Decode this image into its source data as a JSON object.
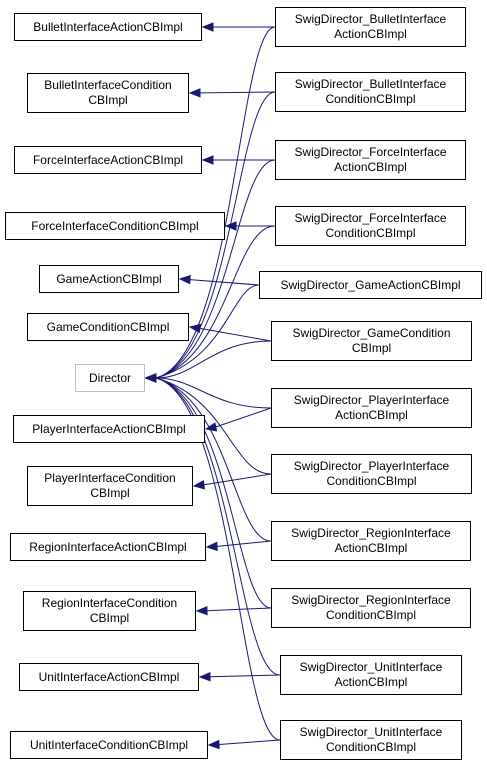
{
  "colors": {
    "edge": "#191970",
    "border": "#000000",
    "focus_border": "#bfbfbf"
  },
  "nodes": {
    "director": [
      "Director"
    ],
    "bullet_action": [
      "BulletInterfaceActionCBImpl"
    ],
    "bullet_condition": [
      "BulletInterfaceCondition",
      "CBImpl"
    ],
    "force_action": [
      "ForceInterfaceActionCBImpl"
    ],
    "force_condition": [
      "ForceInterfaceConditionCBImpl"
    ],
    "game_action": [
      "GameActionCBImpl"
    ],
    "game_condition": [
      "GameConditionCBImpl"
    ],
    "player_action": [
      "PlayerInterfaceActionCBImpl"
    ],
    "player_condition": [
      "PlayerInterfaceCondition",
      "CBImpl"
    ],
    "region_action": [
      "RegionInterfaceActionCBImpl"
    ],
    "region_condition": [
      "RegionInterfaceCondition",
      "CBImpl"
    ],
    "unit_action": [
      "UnitInterfaceActionCBImpl"
    ],
    "unit_condition": [
      "UnitInterfaceConditionCBImpl"
    ],
    "sd_bullet_action": [
      "SwigDirector_BulletInterface",
      "ActionCBImpl"
    ],
    "sd_bullet_condition": [
      "SwigDirector_BulletInterface",
      "ConditionCBImpl"
    ],
    "sd_force_action": [
      "SwigDirector_ForceInterface",
      "ActionCBImpl"
    ],
    "sd_force_condition": [
      "SwigDirector_ForceInterface",
      "ConditionCBImpl"
    ],
    "sd_game_action": [
      "SwigDirector_GameActionCBImpl"
    ],
    "sd_game_condition": [
      "SwigDirector_GameCondition",
      "CBImpl"
    ],
    "sd_player_action": [
      "SwigDirector_PlayerInterface",
      "ActionCBImpl"
    ],
    "sd_player_condition": [
      "SwigDirector_PlayerInterface",
      "ConditionCBImpl"
    ],
    "sd_region_action": [
      "SwigDirector_RegionInterface",
      "ActionCBImpl"
    ],
    "sd_region_condition": [
      "SwigDirector_RegionInterface",
      "ConditionCBImpl"
    ],
    "sd_unit_action": [
      "SwigDirector_UnitInterface",
      "ActionCBImpl"
    ],
    "sd_unit_condition": [
      "SwigDirector_UnitInterface",
      "ConditionCBImpl"
    ]
  },
  "edges": [
    [
      "sd_bullet_action",
      "bullet_action"
    ],
    [
      "sd_bullet_condition",
      "bullet_condition"
    ],
    [
      "sd_force_action",
      "force_action"
    ],
    [
      "sd_force_condition",
      "force_condition"
    ],
    [
      "sd_game_action",
      "game_action"
    ],
    [
      "sd_game_condition",
      "game_condition"
    ],
    [
      "sd_player_action",
      "player_action"
    ],
    [
      "sd_player_condition",
      "player_condition"
    ],
    [
      "sd_region_action",
      "region_action"
    ],
    [
      "sd_region_condition",
      "region_condition"
    ],
    [
      "sd_unit_action",
      "unit_action"
    ],
    [
      "sd_unit_condition",
      "unit_condition"
    ],
    [
      "sd_bullet_action",
      "director"
    ],
    [
      "sd_bullet_condition",
      "director"
    ],
    [
      "sd_force_action",
      "director"
    ],
    [
      "sd_force_condition",
      "director"
    ],
    [
      "sd_game_action",
      "director"
    ],
    [
      "sd_game_condition",
      "director"
    ],
    [
      "sd_player_action",
      "director"
    ],
    [
      "sd_player_condition",
      "director"
    ],
    [
      "sd_region_action",
      "director"
    ],
    [
      "sd_region_condition",
      "director"
    ],
    [
      "sd_unit_action",
      "director"
    ],
    [
      "sd_unit_condition",
      "director"
    ]
  ]
}
